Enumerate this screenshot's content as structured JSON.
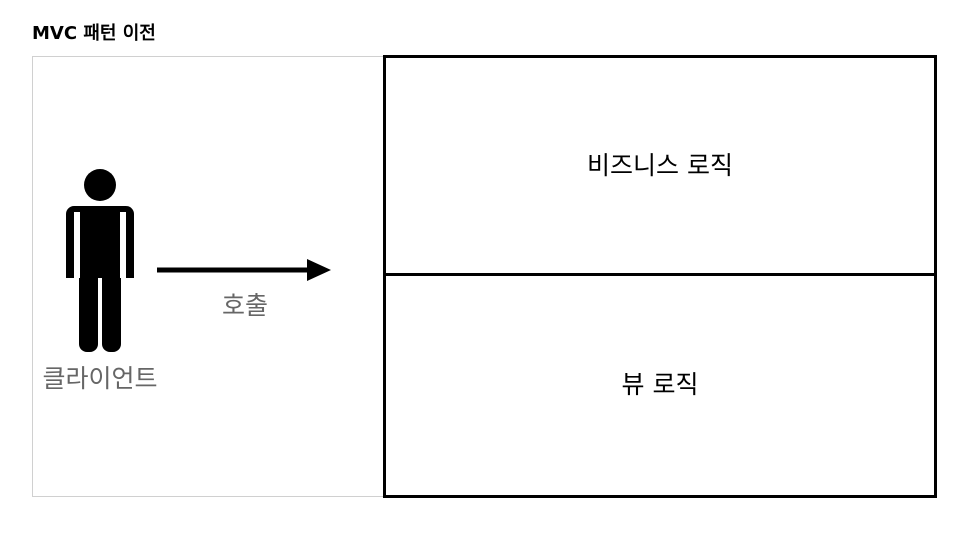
{
  "title": "MVC 패턴 이전",
  "client": {
    "label": "클라이언트",
    "icon": "person-icon"
  },
  "call": {
    "label": "호출",
    "icon": "arrow-right-icon"
  },
  "logic": {
    "business_label": "비즈니스 로직",
    "view_label": "뷰 로직"
  },
  "colors": {
    "text": "#000000",
    "muted_text": "#666666",
    "frame_border": "#d0d0d0",
    "box_border": "#000000",
    "background": "#ffffff"
  }
}
